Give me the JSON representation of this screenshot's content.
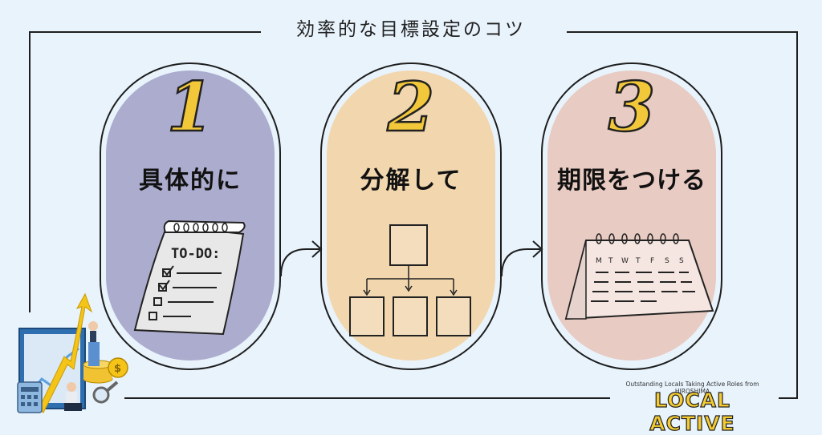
{
  "title": "効率的な目標設定のコツ",
  "steps": [
    {
      "number": "1",
      "label": "具体的に",
      "color": "#acacce",
      "illustration": "todo-list-icon",
      "todo_text": "TO-DO:"
    },
    {
      "number": "2",
      "label": "分解して",
      "color": "#f2d6ae",
      "illustration": "hierarchy-chart-icon"
    },
    {
      "number": "3",
      "label": "期限をつける",
      "color": "#e8cbc2",
      "illustration": "calendar-icon",
      "weekdays": [
        "M",
        "T",
        "W",
        "T",
        "F",
        "S",
        "S"
      ]
    }
  ],
  "brand": {
    "tagline": "Outstanding Locals Taking Active Roles from HIROSHIMA",
    "name": "LOCAL ACTIVE"
  },
  "colors": {
    "background": "#e8f3fc",
    "brand": "#f4cc32",
    "line": "#1e1e1e"
  }
}
